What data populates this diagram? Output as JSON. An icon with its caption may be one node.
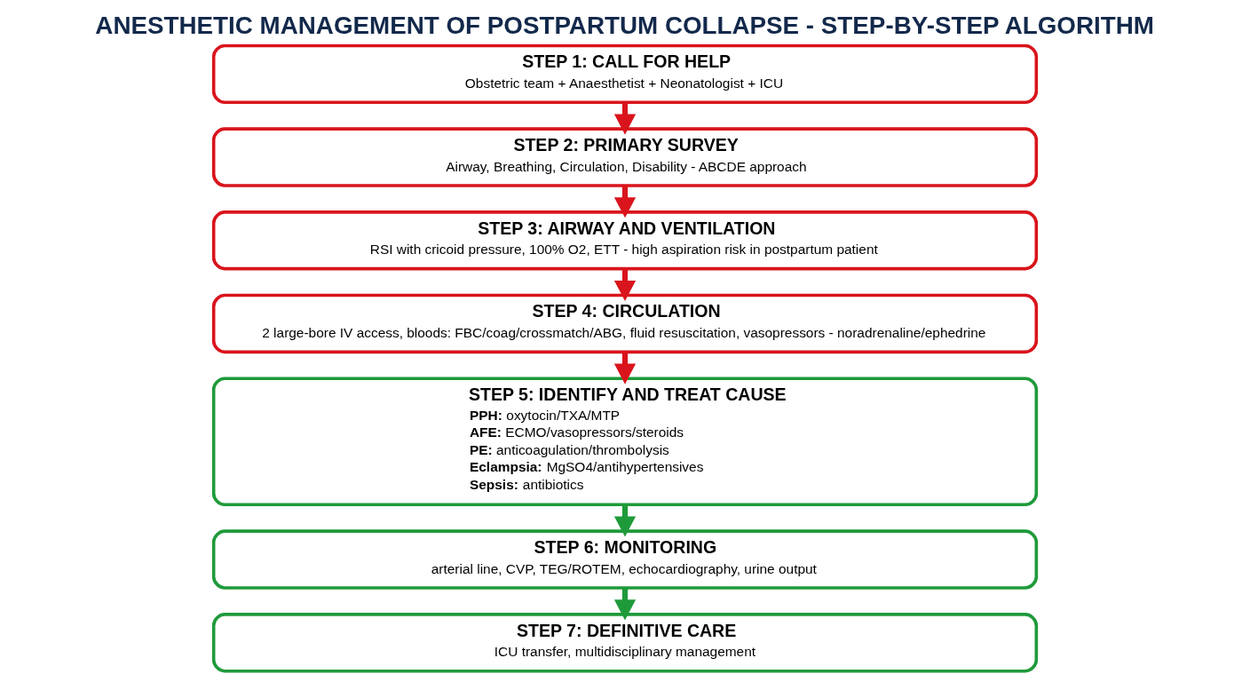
{
  "diagram": {
    "title": "ANESTHETIC MANAGEMENT OF POSTPARTUM COLLAPSE - STEP-BY-STEP ALGORITHM",
    "nodes": [
      {
        "text": [
          "STEP 1: CALL FOR HELP",
          "Obstetric team + Anaesthetist + Neonatologist + ICU"
        ]
      },
      {
        "text": [
          "STEP 2: PRIMARY SURVEY",
          "Airway, Breathing, Circulation, Disability - ABCDE approach"
        ]
      },
      {
        "text": [
          "STEP 3: AIRWAY AND VENTILATION",
          "RSI with cricoid pressure, 100% O2, ETT - high aspiration risk in postpartum patient"
        ]
      },
      {
        "text": [
          "STEP 4: CIRCULATION",
          "2 large-bore IV access, bloods: FBC/coag/crossmatch/ABG, fluid resuscitation, vasopressors - noradrenaline/ephedrine"
        ]
      },
      {
        "text": [
          "STEP 5: IDENTIFY AND TREAT CAUSE",
          "**PPH:** oxytocin/TXA/MTP",
          "**AFE:** ECMO/vasopressors/steroids",
          "**PE:** anticoagulation/thrombolysis",
          "**Eclampsia:** MgSO4/antihypertensives",
          "**Sepsis:** antibiotics"
        ]
      },
      {
        "text": [
          "STEP 6: MONITORING",
          "arterial line, CVP, TEG/ROTEM, echocardiography, urine output"
        ]
      },
      {
        "text": [
          "STEP 7: DEFINITIVE CARE",
          "ICU transfer, multidisciplinary management"
        ]
      }
    ],
    "edges": [
      {
        "from": 0,
        "to": 1,
        "arrow": "to"
      },
      {
        "from": 1,
        "to": 2,
        "arrow": "to"
      },
      {
        "from": 2,
        "to": 3,
        "arrow": "to"
      },
      {
        "from": 3,
        "to": 4,
        "arrow": "to"
      },
      {
        "from": 4,
        "to": 5,
        "arrow": "to",
        "color": "#1f9a3a"
      },
      {
        "from": 5,
        "to": 6,
        "arrow": "to",
        "color": "#1f9a3a"
      }
    ]
  }
}
